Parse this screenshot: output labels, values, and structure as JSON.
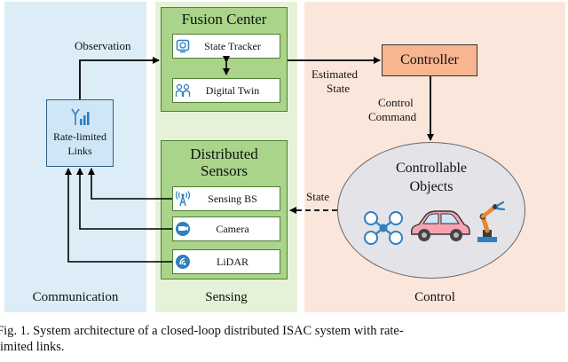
{
  "panels": {
    "communication": "Communication",
    "sensing": "Sensing",
    "control": "Control"
  },
  "fusion_center": {
    "title": "Fusion Center",
    "state_tracker": "State Tracker",
    "digital_twin": "Digital Twin"
  },
  "distributed_sensors": {
    "title_line1": "Distributed",
    "title_line2": "Sensors",
    "items": [
      "Sensing BS",
      "Camera",
      "LiDAR"
    ]
  },
  "rate_limited_links": {
    "line1": "Rate-limited",
    "line2": "Links"
  },
  "controller": "Controller",
  "controllable_objects": {
    "line1": "Controllable",
    "line2": "Objects"
  },
  "arrow_labels": {
    "observation": "Observation",
    "estimated_state_line1": "Estimated",
    "estimated_state_line2": "State",
    "control_command_line1": "Control",
    "control_command_line2": "Command",
    "state": "State"
  },
  "caption": {
    "line1": "Fig. 1.  System architecture of a closed-loop distributed ISAC system with rate-",
    "line2": "limited links."
  },
  "colors": {
    "communication_bg": "#dcedf7",
    "sensing_bg": "#e6f2d8",
    "control_bg": "#fbe6dc",
    "green_box": "#a9d48a",
    "controller_box": "#f8b58f",
    "icon_blue": "#2f7fc1"
  },
  "icons": [
    "state-tracker-icon",
    "digital-twin-icon",
    "sensing-bs-icon",
    "camera-icon",
    "lidar-icon",
    "signal-bars-icon",
    "drone-icon",
    "car-icon",
    "robot-arm-icon"
  ]
}
